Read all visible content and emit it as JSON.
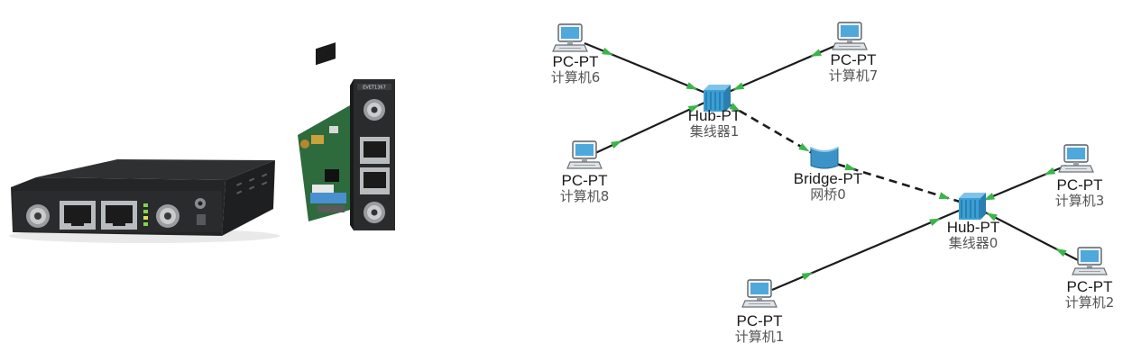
{
  "colors": {
    "link": "#1c1c1c",
    "link_marker": "#3ab54a",
    "pc_screen": "#4fa8dc",
    "pc_body": "#9fa3a8",
    "hub_body": "#3a9fd4",
    "bridge_body": "#3c93c7",
    "device_chassis": "#2b2b2e",
    "card_pcb": "#2d6b3d"
  },
  "photos": [
    {
      "subject": "media-converter-box-photo"
    },
    {
      "subject": "media-converter-card-photo",
      "panel_text": "EVET1367"
    }
  ],
  "topology": {
    "nodes": [
      {
        "id": "pc6",
        "kind": "pc",
        "type_label": "PC-PT",
        "name_label": "计算机6"
      },
      {
        "id": "pc7",
        "kind": "pc",
        "type_label": "PC-PT",
        "name_label": "计算机7"
      },
      {
        "id": "pc8",
        "kind": "pc",
        "type_label": "PC-PT",
        "name_label": "计算机8"
      },
      {
        "id": "hub1",
        "kind": "hub",
        "type_label": "Hub-PT",
        "name_label": "集线器1"
      },
      {
        "id": "bridge0",
        "kind": "bridge",
        "type_label": "Bridge-PT",
        "name_label": "网桥0"
      },
      {
        "id": "hub0",
        "kind": "hub",
        "type_label": "Hub-PT",
        "name_label": "集线器0"
      },
      {
        "id": "pc3",
        "kind": "pc",
        "type_label": "PC-PT",
        "name_label": "计算机3"
      },
      {
        "id": "pc2",
        "kind": "pc",
        "type_label": "PC-PT",
        "name_label": "计算机2"
      },
      {
        "id": "pc1",
        "kind": "pc",
        "type_label": "PC-PT",
        "name_label": "计算机1"
      }
    ],
    "links": [
      {
        "from": "pc6",
        "to": "hub1",
        "style": "solid"
      },
      {
        "from": "pc7",
        "to": "hub1",
        "style": "solid"
      },
      {
        "from": "pc8",
        "to": "hub1",
        "style": "solid"
      },
      {
        "from": "hub1",
        "to": "bridge0",
        "style": "dashed"
      },
      {
        "from": "bridge0",
        "to": "hub0",
        "style": "dashed"
      },
      {
        "from": "pc3",
        "to": "hub0",
        "style": "solid"
      },
      {
        "from": "pc2",
        "to": "hub0",
        "style": "solid"
      },
      {
        "from": "pc1",
        "to": "hub0",
        "style": "solid"
      }
    ]
  }
}
